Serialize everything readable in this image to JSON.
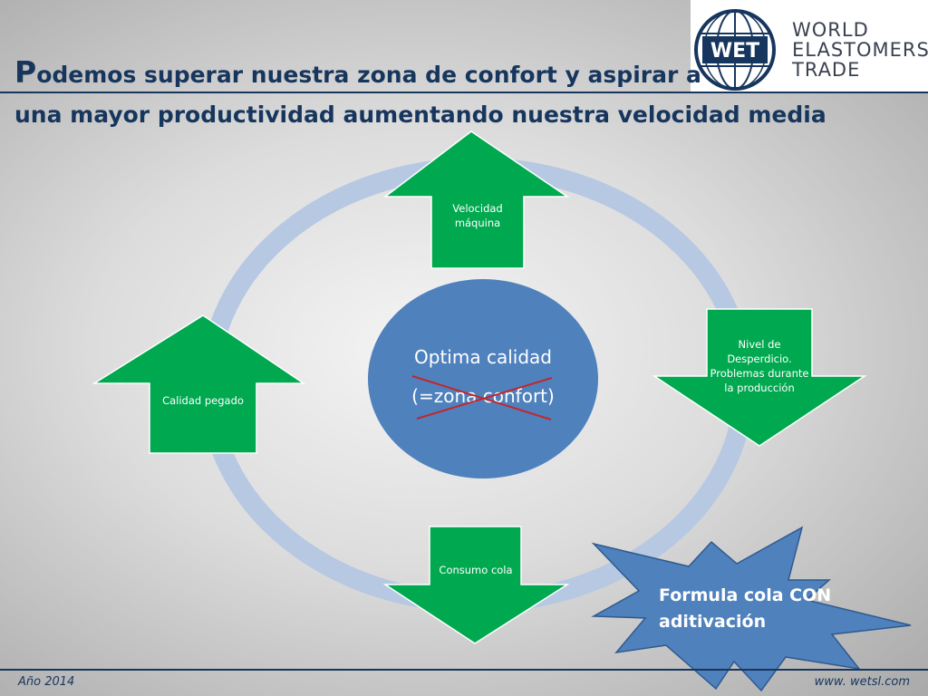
{
  "title": {
    "first_letter": "P",
    "line1_rest": "odemos superar nuestra zona de confort y aspirar a",
    "line2": "una mayor productividad aumentando nuestra velocidad media"
  },
  "logo": {
    "mark": "WET",
    "line1": "WORLD",
    "line2": "ELASTOMERS",
    "line3": "TRADE"
  },
  "diagram": {
    "center_line1": "Optima calidad",
    "center_line2": "(=zona confort)",
    "top_arrow_line1": "Velocidad",
    "top_arrow_line2": "máquina",
    "right_arrow_line1": "Nivel de",
    "right_arrow_line2": "Desperdicio.",
    "right_arrow_line3": "Problemas durante",
    "right_arrow_line4": "la producción",
    "bottom_arrow": "Consumo cola",
    "left_arrow": "Calidad pegado"
  },
  "callout": {
    "line1": "Formula cola CON",
    "line2": "aditivación"
  },
  "footer": {
    "left": "Año 2014",
    "right": "www. wetsl.com"
  },
  "colors": {
    "title": "#17365d",
    "arrow_green": "#00a94f",
    "center_blue": "#4f81bd",
    "ring": "#b6c8e2",
    "cross_red": "#c0282d",
    "callout_blue": "#4f81bd"
  }
}
